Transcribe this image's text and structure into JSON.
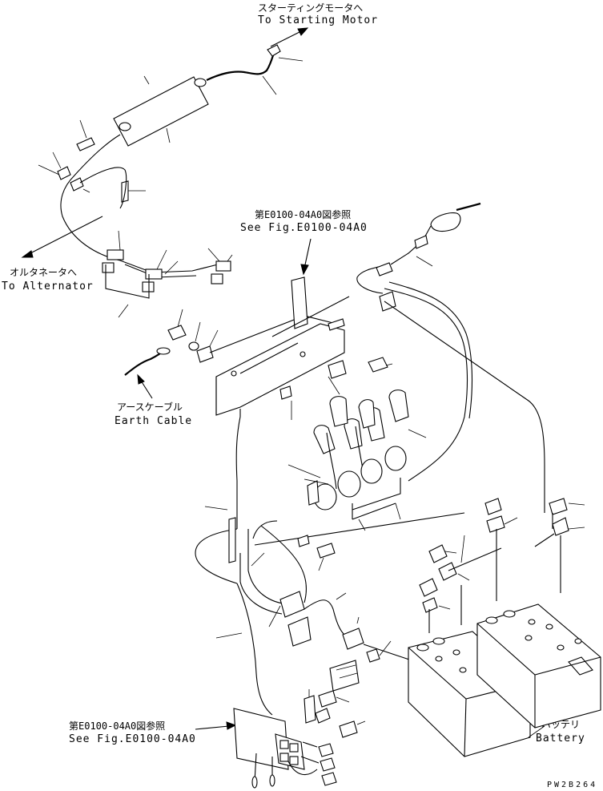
{
  "labels": {
    "starting_motor_jp": "スターティングモータへ",
    "starting_motor_en": "To Starting Motor",
    "alternator_jp": "オルタネータへ",
    "alternator_en": "To Alternator",
    "ref_top_jp": "第E0100-04A0図参照",
    "ref_top_en": "See Fig.E0100-04A0",
    "earth_cable_jp": "アースケーブル",
    "earth_cable_en": "Earth Cable",
    "ref_bottom_jp": "第E0100-04A0図参照",
    "ref_bottom_en": "See Fig.E0100-04A0",
    "battery_jp": "バッテリ",
    "battery_en": "Battery",
    "drawing_code": "PW2B264"
  }
}
